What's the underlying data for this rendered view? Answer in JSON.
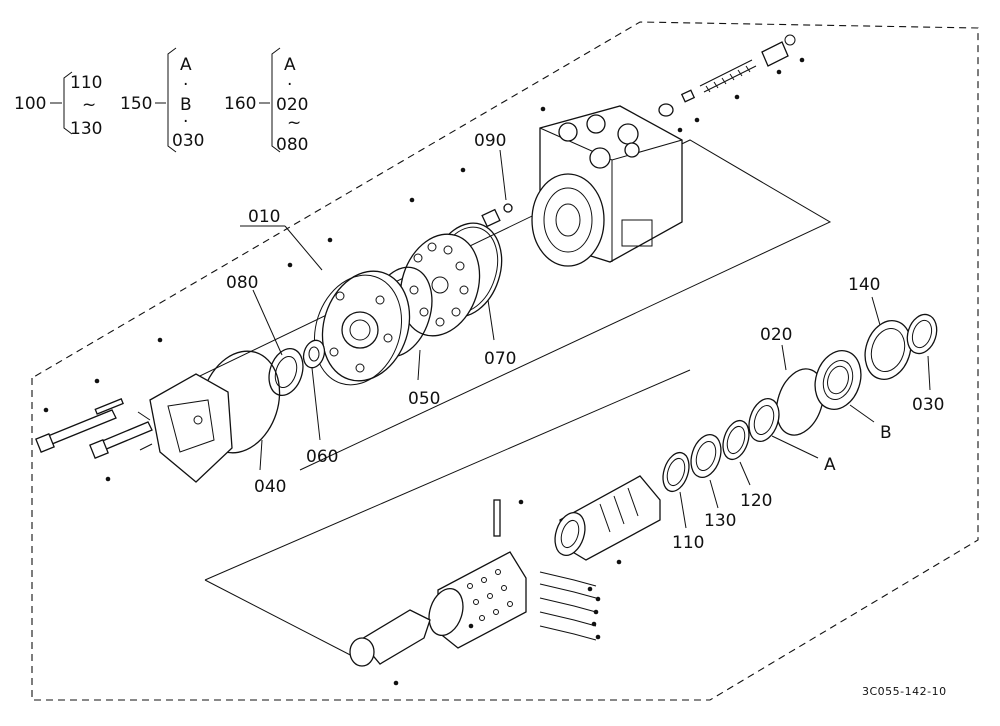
{
  "index_groups": [
    {
      "ref": "100",
      "lines": [
        "110",
        "~",
        "130"
      ]
    },
    {
      "ref": "150",
      "lines": [
        "A",
        "·",
        "B",
        "·",
        "030"
      ]
    },
    {
      "ref": "160",
      "lines": [
        "A",
        "·",
        "020",
        "~",
        "080"
      ]
    }
  ],
  "part_labels": {
    "p010": "010",
    "p020": "020",
    "p030": "030",
    "p040": "040",
    "p050": "050",
    "p060": "060",
    "p070": "070",
    "p080": "080",
    "p090": "090",
    "p110": "110",
    "p120": "120",
    "p130": "130",
    "p140": "140",
    "pA": "A",
    "pB": "B"
  },
  "drawing_code": "3C055-142-10"
}
